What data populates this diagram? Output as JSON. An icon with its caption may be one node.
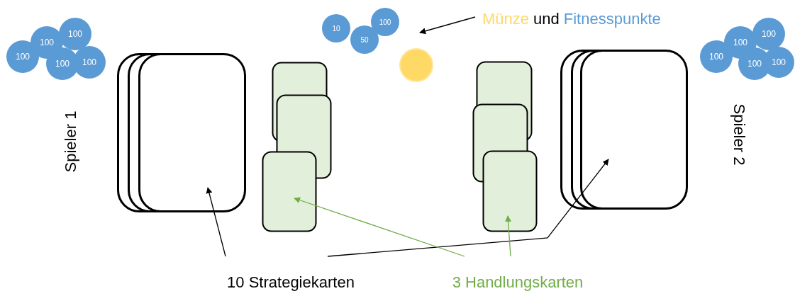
{
  "diagram": {
    "nodes": [
      {
        "text": [
          "100"
        ]
      },
      {
        "text": [
          "100"
        ]
      },
      {
        "text": [
          "100"
        ]
      },
      {
        "text": [
          "100"
        ]
      },
      {
        "text": [
          "100"
        ]
      },
      {
        "text": [
          "10"
        ]
      },
      {
        "text": [
          "50"
        ]
      },
      {
        "text": [
          "100"
        ]
      },
      {
        "text": [
          "Münze",
          "und",
          "Fitnesspunkte"
        ]
      },
      {
        "text": [
          "100"
        ]
      },
      {
        "text": [
          "100"
        ]
      },
      {
        "text": [
          "100"
        ]
      },
      {
        "text": [
          "100"
        ]
      },
      {
        "text": [
          "100"
        ]
      },
      {
        "text": [],
        "shape": "circle"
      },
      {
        "text": [],
        "shape": "box"
      },
      {
        "text": [],
        "shape": "box"
      },
      {
        "text": [],
        "shape": "box"
      },
      {
        "text": [],
        "shape": "box"
      },
      {
        "text": [
          "10 Strategiekarten"
        ]
      },
      {
        "text": [
          "3 Handlungskarten"
        ]
      }
    ],
    "edges": [
      {
        "from": 8,
        "to": 14,
        "arrow": "to"
      },
      {
        "from": 19,
        "to": 15,
        "arrow": "to"
      },
      {
        "from": 19,
        "to": 18,
        "arrow": "to"
      },
      {
        "from": 20,
        "to": 16,
        "arrow": "to",
        "color": "#70ad47"
      },
      {
        "from": 20,
        "to": 17,
        "arrow": "to",
        "color": "#70ad47"
      }
    ],
    "labels": [
      "Spieler 1",
      "Spieler 2"
    ]
  }
}
